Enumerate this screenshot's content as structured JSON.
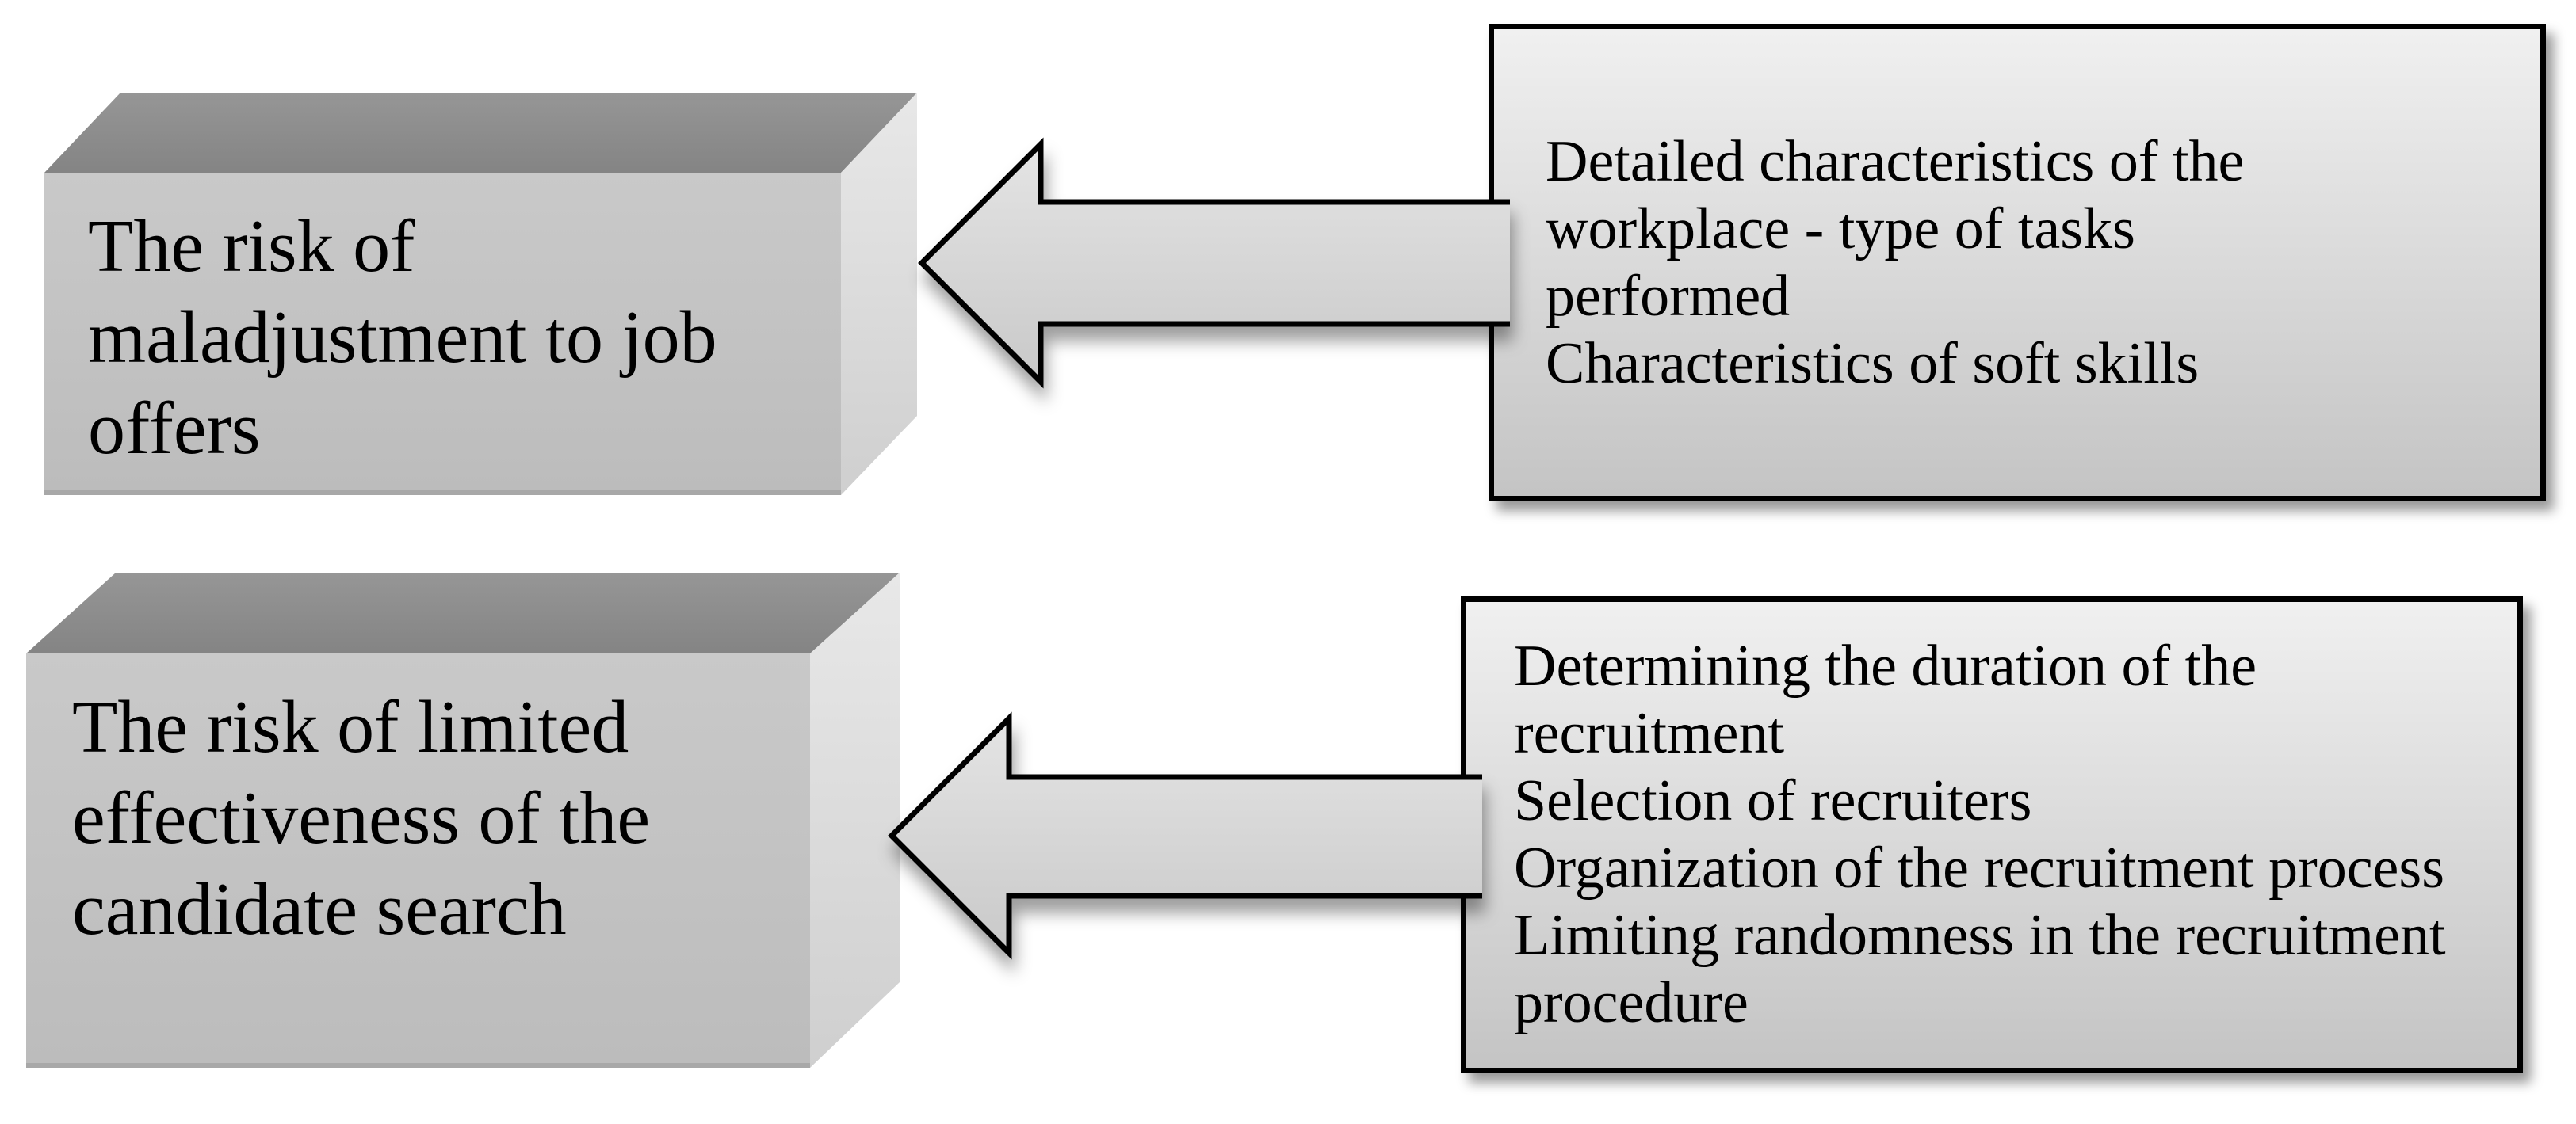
{
  "boxes": {
    "risk1": {
      "lines": [
        "The risk of",
        "maladjustment to job",
        "offers"
      ],
      "text": "The risk of maladjustment to job offers"
    },
    "factor1": {
      "lines": [
        "Detailed characteristics of the",
        "workplace - type of tasks",
        "performed",
        "Characteristics of soft skills"
      ],
      "text": "Detailed characteristics of the workplace - type of tasks performed Characteristics of soft skills"
    },
    "risk2": {
      "lines": [
        "The risk of limited",
        "effectiveness of the",
        "candidate search"
      ],
      "text": "The risk of limited effectiveness of the candidate search"
    },
    "factor2": {
      "lines": [
        "Determining the duration of the",
        "recruitment",
        "Selection of recruiters",
        "Organization of the recruitment process",
        "Limiting randomness in the recruitment",
        "procedure"
      ],
      "text": "Determining the duration of the recruitment Selection of recruiters Organization of the recruitment process Limiting randomness in the recruitment procedure"
    }
  },
  "colors": {
    "background": "#ffffff",
    "outline": "#000000",
    "text": "#000000",
    "cube-front-light": "#c9c9c9",
    "cube-front-dark": "#bcbcbc",
    "cube-top-light": "#969696",
    "cube-top-dark": "#848484",
    "cube-side-light": "#e8e8e8",
    "cube-side-dark": "#cfcfcf",
    "cube-bottom-edge": "#a8a8a8",
    "panel-fill-light": "#f0f0f0",
    "panel-fill-dark": "#c4c4c4",
    "arrow-fill-light": "#e4e4e4",
    "arrow-fill-dark": "#c9c9c9"
  }
}
